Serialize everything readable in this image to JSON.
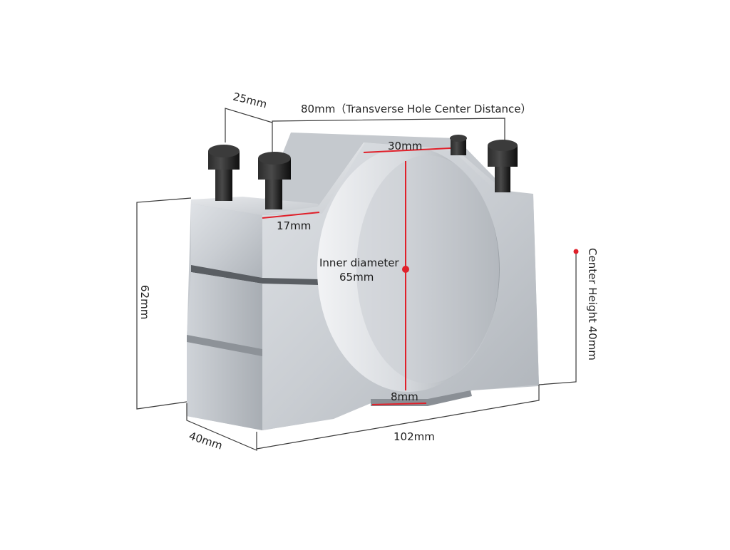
{
  "labels": {
    "hole_spacing_25": "25mm",
    "transverse_distance": "80mm（Transverse Hole Center Distance）",
    "top_width_30": "30mm",
    "slot_17": "17mm",
    "inner_diameter_line1": "Inner diameter",
    "inner_diameter_line2": "65mm",
    "height_62": "62mm",
    "center_height": "Center Height  40mm",
    "bottom_8": "8mm",
    "depth_40": "40mm",
    "width_102": "102mm"
  },
  "colors": {
    "accent_red": "#e0202a",
    "aluminum_light": "#dadde1",
    "aluminum_mid": "#bcc0c5",
    "aluminum_dark": "#9ea3a9",
    "bolt_black": "#151515"
  }
}
